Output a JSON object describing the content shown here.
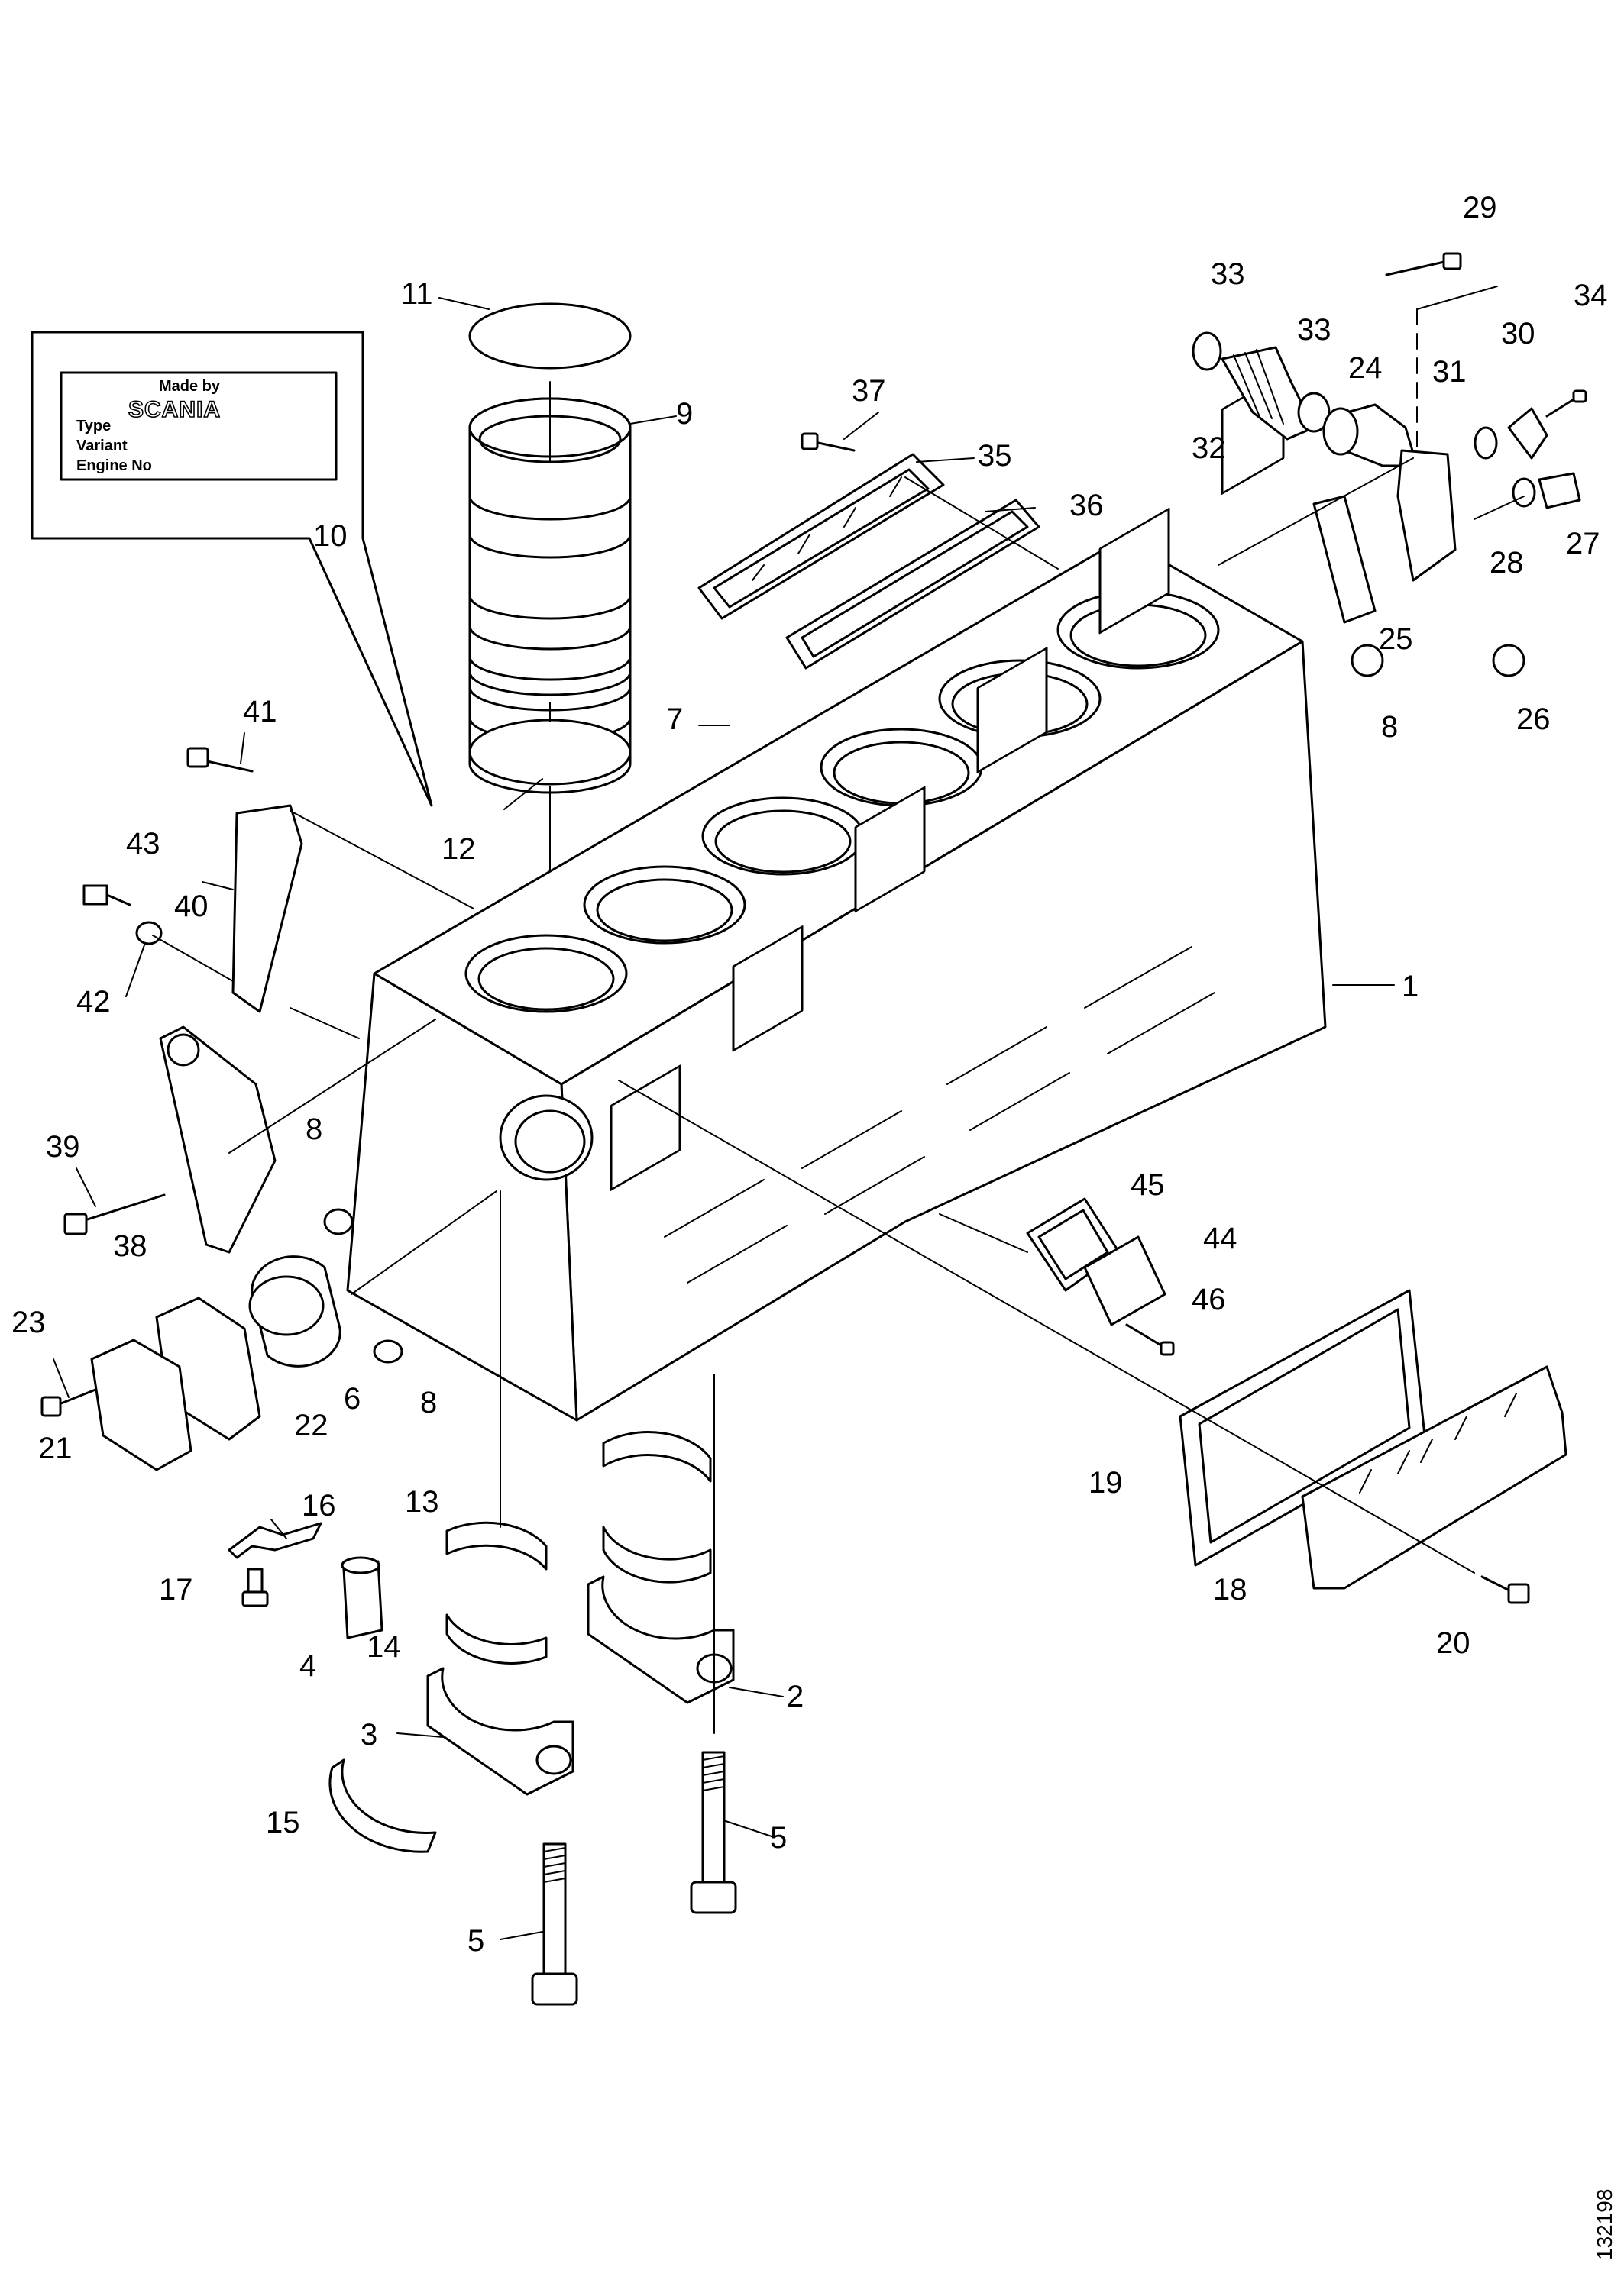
{
  "nameplate": {
    "made_by": "Made by",
    "brand": "SCANIA",
    "type_label": "Type",
    "variant_label": "Variant",
    "engine_no_label": "Engine No"
  },
  "callouts": [
    "1",
    "2",
    "3",
    "4",
    "5",
    "5",
    "6",
    "7",
    "8",
    "8",
    "8",
    "9",
    "10",
    "11",
    "12",
    "13",
    "14",
    "15",
    "16",
    "17",
    "18",
    "19",
    "20",
    "21",
    "22",
    "23",
    "24",
    "25",
    "26",
    "27",
    "28",
    "29",
    "30",
    "31",
    "32",
    "33",
    "33",
    "34",
    "35",
    "36",
    "37",
    "38",
    "39",
    "40",
    "41",
    "42",
    "43",
    "44",
    "45",
    "46"
  ],
  "figure_id": "132198"
}
